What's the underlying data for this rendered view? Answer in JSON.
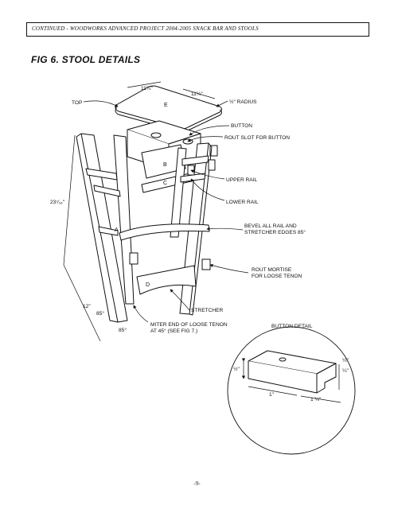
{
  "header": {
    "text": "CONTINUED - WOODWORKS ADVANCED PROJECT 2004-2005   SNACK BAR AND STOOLS"
  },
  "figure": {
    "title": "FIG 6. STOOL DETAILS",
    "callouts": {
      "top": "TOP",
      "radius": "½\" RADIUS",
      "button": "BUTTON",
      "rout_slot": "ROUT SLOT FOR BUTTON",
      "upper_rail": "UPPER RAIL",
      "lower_rail": "LOWER RAIL",
      "bevel_1": "BEVEL ALL RAIL AND",
      "bevel_2": "STRETCHER EDGES 85°",
      "rout_mortise_1": "ROUT MORTISE",
      "rout_mortise_2": "FOR LOOSE TENON",
      "stretcher": "STRETCHER",
      "miter_1": "MITER END OF  LOOSE TENON",
      "miter_2": "AT 45° (SEE FIG 7.)"
    },
    "parts": {
      "a": "A",
      "b": "B",
      "c": "C",
      "d": "D",
      "e": "E"
    },
    "dimensions": {
      "top_width_1": "11¼\"",
      "top_width_2": "11¼\"",
      "height": "23⁷⁄₁₆\"",
      "base": "12\"",
      "angle_1": "85°",
      "angle_2": "85°"
    }
  },
  "detail": {
    "title": "BUTTON DETAIL",
    "dims": {
      "height": "½\"",
      "step_1": "¼\"",
      "step_2": "¼\"",
      "width_1": "1\"",
      "width_2": "1 ¼\""
    }
  },
  "footer": {
    "page": "-9-"
  }
}
